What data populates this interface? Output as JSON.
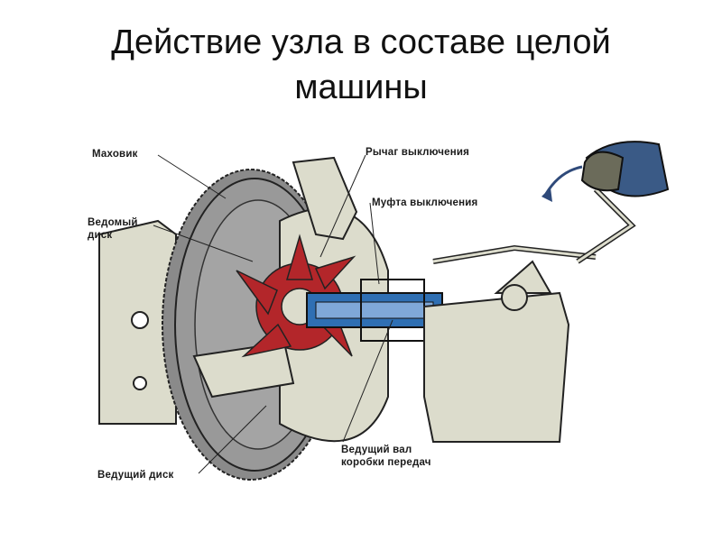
{
  "title": {
    "line1": "Действие узла в составе целой",
    "line2": "машины"
  },
  "labels": {
    "flywheel": "Маховик",
    "driven_disc_line1": "Ведомый",
    "driven_disc_line2": "диск",
    "release_lever": "Рычаг выключения",
    "release_clutch": "Муфта выключения",
    "input_shaft_line1": "Ведущий вал",
    "input_shaft_line2": "коробки передач",
    "driving_disc": "Ведущий диск"
  },
  "colors": {
    "casting": "#dcdccc",
    "flywheel": "#8a8a8a",
    "driven_disc": "#b3262a",
    "shaft": "#2f6fb3",
    "pedal": "#3a5a86",
    "outline": "#222222"
  }
}
